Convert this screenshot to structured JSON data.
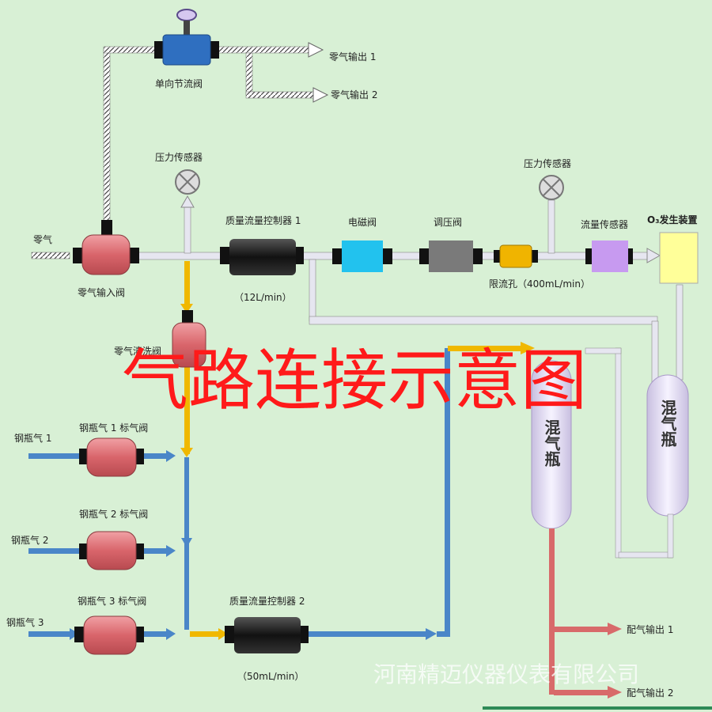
{
  "title": "气路连接示意图",
  "watermark": "河南精迈仪器仪表有限公司",
  "labels": {
    "check_valve": "单向节流阀",
    "zero_out1": "零气输出 1",
    "zero_out2": "零气输出 2",
    "pressure_sensor_1": "压力传感器",
    "pressure_sensor_2": "压力传感器",
    "zero_gas": "零气",
    "zero_inlet_valve": "零气输入阀",
    "mfc1": "质量流量控制器 1",
    "mfc1_range": "（12L/min）",
    "solenoid": "电磁阀",
    "regulator": "调压阀",
    "orifice": "限流孔（400mL/min）",
    "flow_sensor": "流量传感器",
    "o3_generator": "O₃发生装置",
    "zero_clean_valve": "零气清洗阀",
    "cyl_gas_1": "钢瓶气 1",
    "cyl_valve_1": "钢瓶气 1 标气阀",
    "cyl_gas_2": "钢瓶气 2",
    "cyl_valve_2": "钢瓶气 2 标气阀",
    "cyl_gas_3": "钢瓶气 3",
    "cyl_valve_3": "钢瓶气 3 标气阀",
    "mfc2": "质量流量控制器 2",
    "mfc2_range": "（50mL/min）",
    "mix_bottle_left": "混气瓶",
    "mix_bottle_right": "混气瓶",
    "out1": "配气输出 1",
    "out2": "配气输出 2"
  },
  "colors": {
    "background": "#d8f0d5",
    "valve_red": "#d9656b",
    "mfc_black": "#1a1a1a",
    "solenoid_cyan": "#22c2ee",
    "regulator_gray": "#7a7a7a",
    "orifice_orange": "#f0b400",
    "flow_sensor_purple": "#c79af0",
    "o3_yellow": "#ffff99",
    "pipe_zero": "#e6e6f0",
    "pipe_blue": "#4a86c8",
    "pipe_yellow": "#f0b800",
    "pipe_red": "#d86a6a",
    "title_red": "#ff1a1a"
  }
}
